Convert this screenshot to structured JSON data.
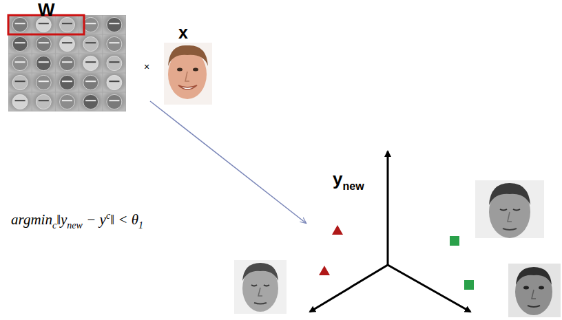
{
  "diagram": {
    "labels": [
      "W",
      "x",
      "×",
      "y",
      "new",
      "argmin",
      "c",
      "‖y",
      "new",
      " − y",
      "c",
      "‖ < θ",
      "1"
    ]
  }
}
